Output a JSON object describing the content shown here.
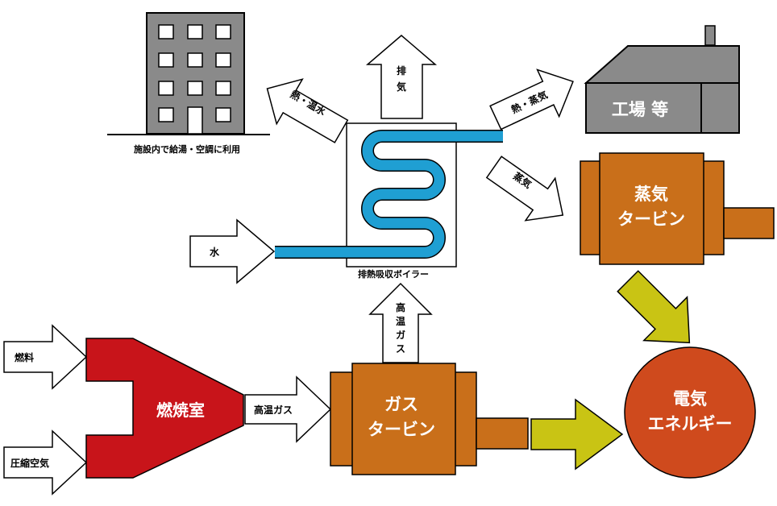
{
  "labels": {
    "building_caption": "施設内で給湯・空調に利用",
    "factory": "工場 等",
    "boiler_caption": "排熱吸収ボイラー",
    "exhaust": "排気",
    "heat_hot_water": "熱・温水",
    "heat_steam": "熱・蒸気",
    "steam": "蒸気",
    "water": "水",
    "high_temp_gas_up": "高温ガス",
    "high_temp_gas_right": "高温ガス",
    "fuel": "燃料",
    "compressed_air": "圧縮空気",
    "combustor": "燃焼室",
    "gas_turbine_line1": "ガス",
    "gas_turbine_line2": "タービン",
    "steam_turbine_line1": "蒸気",
    "steam_turbine_line2": "タービン",
    "electric_line1": "電気",
    "electric_line2": "エネルギー"
  },
  "colors": {
    "building": "#8a8a8a",
    "pipe": "#1f9fd3",
    "turbine": "#c96f1a",
    "combustor": "#c8141a",
    "energy_circle": "#cf4a1d",
    "energy_arrow": "#c9c414"
  }
}
